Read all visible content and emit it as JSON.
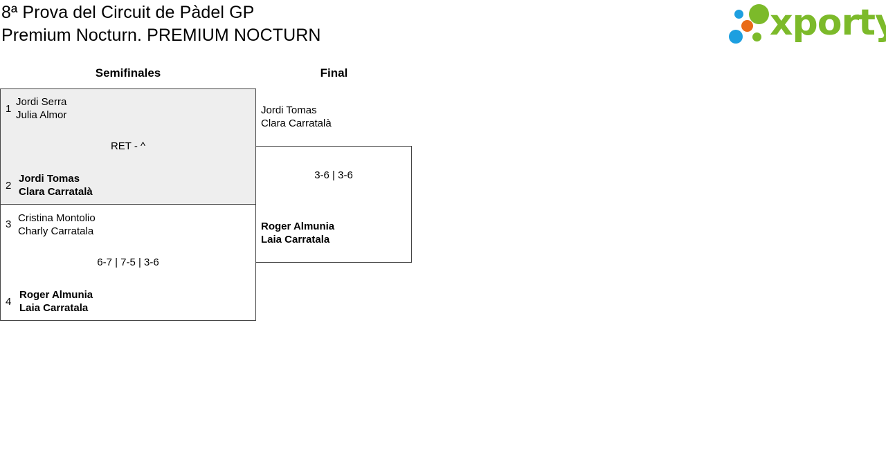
{
  "title": {
    "line1": "8ª Prova del Circuit de Pàdel GP",
    "line2": "Premium Nocturn. PREMIUM NOCTURN"
  },
  "logo": {
    "text": "xporty",
    "colors": {
      "green": "#7cba2a",
      "blue": "#1d9fe0",
      "orange": "#e96b17"
    }
  },
  "rounds": {
    "semifinals_label": "Semifinales",
    "final_label": "Final"
  },
  "semifinals": [
    {
      "top": {
        "seed": "1",
        "player1": "Jordi Serra",
        "player2": "Julia Almor"
      },
      "score": "RET - ^",
      "bottom": {
        "seed": "2",
        "player1": "Jordi Tomas",
        "player2": "Clara Carratalà"
      }
    },
    {
      "top": {
        "seed": "3",
        "player1": "Cristina Montolio",
        "player2": "Charly Carratala"
      },
      "score": "6-7 | 7-5 | 3-6",
      "bottom": {
        "seed": "4",
        "player1": "Roger Almunia",
        "player2": "Laia Carratala"
      }
    }
  ],
  "final": {
    "top": {
      "player1": "Jordi Tomas",
      "player2": "Clara Carratalà"
    },
    "score": "3-6 | 3-6",
    "bottom": {
      "player1": "Roger Almunia",
      "player2": "Laia Carratala"
    }
  }
}
